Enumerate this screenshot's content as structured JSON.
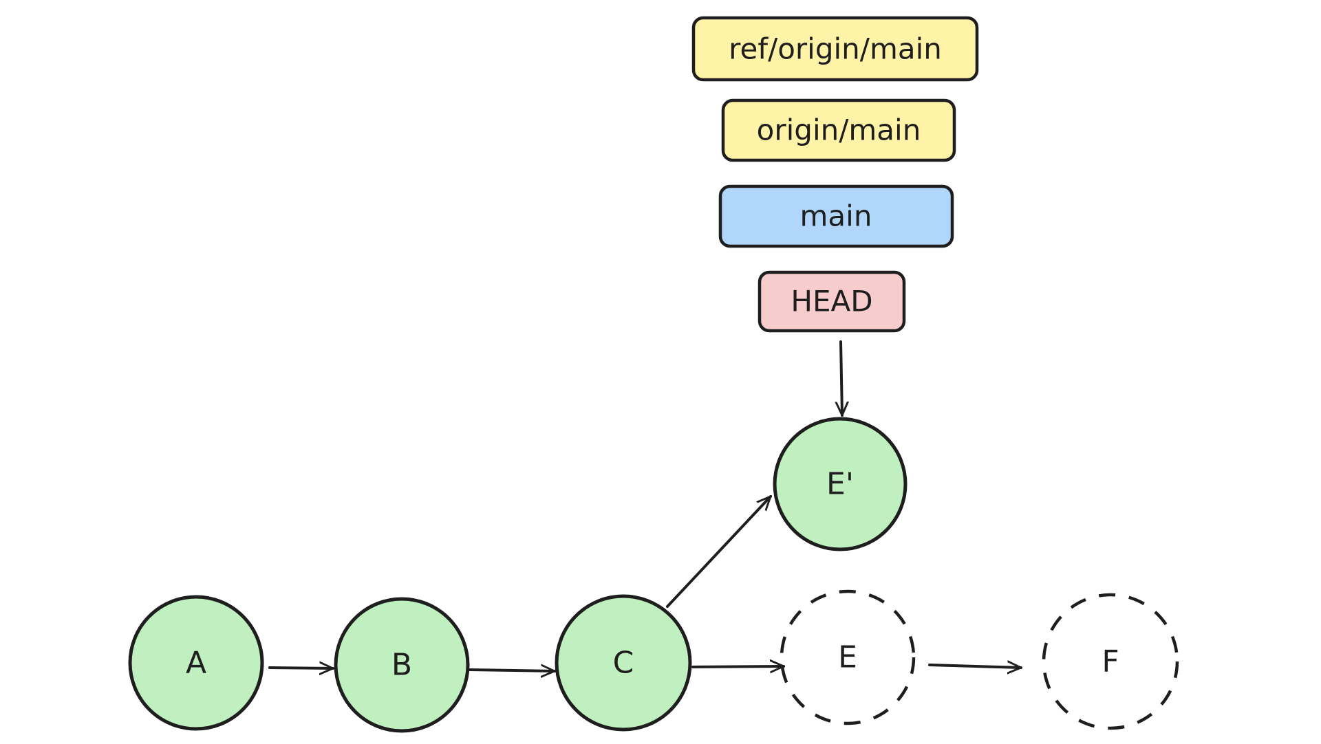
{
  "colors": {
    "yellow": "#fff3a8",
    "blue": "#b1d6fb",
    "red": "#f6cccc",
    "green": "#c0f0c0",
    "stroke": "#1e1e1e"
  },
  "refs": {
    "ref_origin_main": "ref/origin/main",
    "origin_main": "origin/main",
    "main": "main",
    "head": "HEAD"
  },
  "commits": {
    "a": "A",
    "b": "B",
    "c": "C",
    "e_prime": "E'",
    "e": "E",
    "f": "F"
  }
}
